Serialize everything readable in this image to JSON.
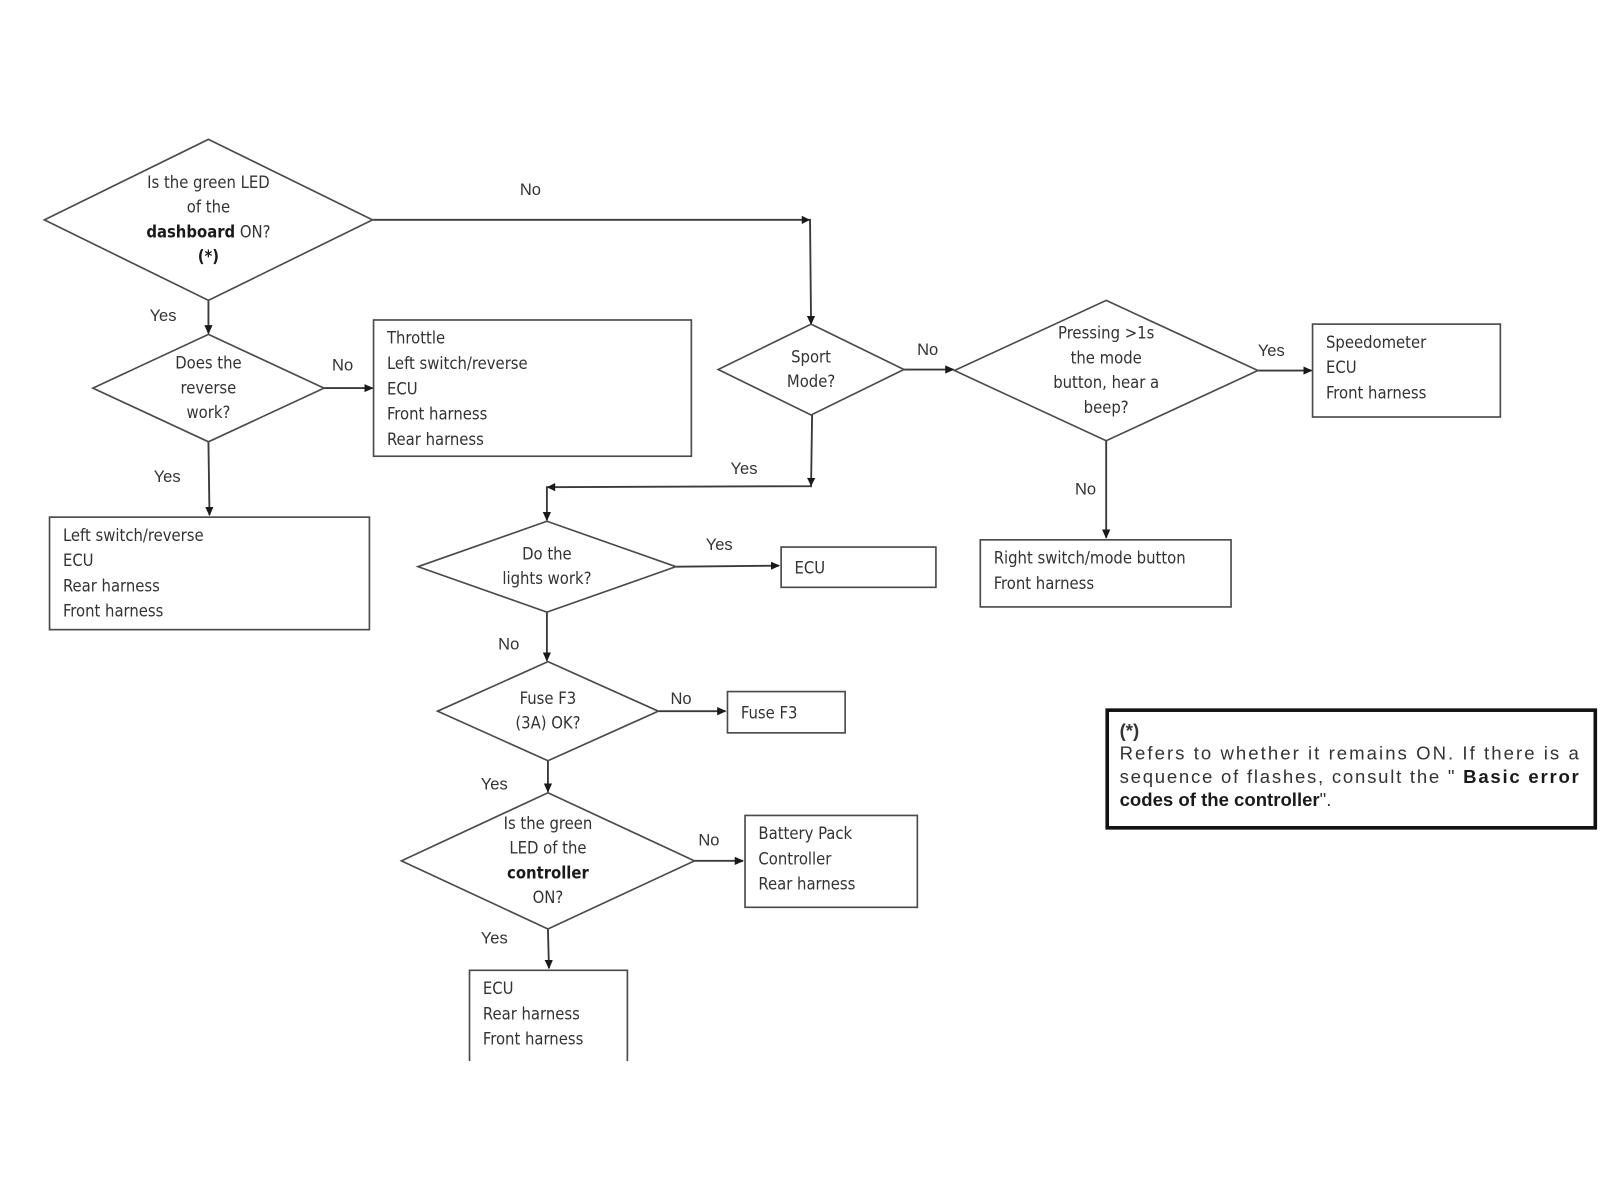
{
  "diagram": {
    "type": "flowchart",
    "nodes": {
      "q_dashboard_led": {
        "kind": "decision",
        "lines": [
          {
            "parts": [
              {
                "t": "Is the green LED"
              }
            ]
          },
          {
            "parts": [
              {
                "t": "of the"
              }
            ]
          },
          {
            "parts": [
              {
                "t": "dashboard",
                "b": true
              },
              {
                "t": " ON?"
              }
            ]
          },
          {
            "parts": [
              {
                "t": "(*)",
                "b": true
              }
            ]
          }
        ]
      },
      "q_reverse": {
        "kind": "decision",
        "lines": [
          {
            "parts": [
              {
                "t": "Does the"
              }
            ]
          },
          {
            "parts": [
              {
                "t": "reverse"
              }
            ]
          },
          {
            "parts": [
              {
                "t": "work?"
              }
            ]
          }
        ]
      },
      "r_reverse_no": {
        "kind": "result",
        "items": [
          "Throttle",
          "Left switch/reverse",
          "ECU",
          "Front harness",
          "Rear harness"
        ]
      },
      "r_reverse_yes": {
        "kind": "result",
        "items": [
          "Left switch/reverse",
          "ECU",
          "Rear harness",
          "Front harness"
        ]
      },
      "q_sport_mode": {
        "kind": "decision",
        "lines": [
          {
            "parts": [
              {
                "t": "Sport"
              }
            ]
          },
          {
            "parts": [
              {
                "t": "Mode?"
              }
            ]
          }
        ]
      },
      "q_mode_beep": {
        "kind": "decision",
        "lines": [
          {
            "parts": [
              {
                "t": "Pressing >1s"
              }
            ]
          },
          {
            "parts": [
              {
                "t": "the mode"
              }
            ]
          },
          {
            "parts": [
              {
                "t": "button, hear a"
              }
            ]
          },
          {
            "parts": [
              {
                "t": "beep?"
              }
            ]
          }
        ]
      },
      "r_beep_yes": {
        "kind": "result",
        "items": [
          "Speedometer",
          "ECU",
          "Front harness"
        ]
      },
      "r_beep_no": {
        "kind": "result",
        "items": [
          "Right switch/mode button",
          "Front harness"
        ]
      },
      "q_lights": {
        "kind": "decision",
        "lines": [
          {
            "parts": [
              {
                "t": "Do the"
              }
            ]
          },
          {
            "parts": [
              {
                "t": "lights work?"
              }
            ]
          }
        ]
      },
      "r_lights_yes": {
        "kind": "result",
        "items": [
          "ECU"
        ]
      },
      "q_fuse": {
        "kind": "decision",
        "lines": [
          {
            "parts": [
              {
                "t": "Fuse F3"
              }
            ]
          },
          {
            "parts": [
              {
                "t": "(3A) OK?"
              }
            ]
          }
        ]
      },
      "r_fuse_no": {
        "kind": "result",
        "items": [
          "Fuse F3"
        ]
      },
      "q_controller_led": {
        "kind": "decision",
        "lines": [
          {
            "parts": [
              {
                "t": "Is the green"
              }
            ]
          },
          {
            "parts": [
              {
                "t": "LED of the"
              }
            ]
          },
          {
            "parts": [
              {
                "t": "controller",
                "b": true
              }
            ]
          },
          {
            "parts": [
              {
                "t": "ON?"
              }
            ]
          }
        ]
      },
      "r_controller_no": {
        "kind": "result",
        "items": [
          "Battery Pack",
          "Controller",
          "Rear harness"
        ]
      },
      "r_controller_yes": {
        "kind": "result",
        "items": [
          "ECU",
          "Rear harness",
          "Front harness"
        ]
      }
    },
    "edges": [
      {
        "from": "q_dashboard_led",
        "to": "q_sport_mode",
        "label": "No"
      },
      {
        "from": "q_dashboard_led",
        "to": "q_reverse",
        "label": "Yes"
      },
      {
        "from": "q_reverse",
        "to": "r_reverse_no",
        "label": "No"
      },
      {
        "from": "q_reverse",
        "to": "r_reverse_yes",
        "label": "Yes"
      },
      {
        "from": "q_sport_mode",
        "to": "q_mode_beep",
        "label": "No"
      },
      {
        "from": "q_sport_mode",
        "to": "q_lights",
        "label": "Yes"
      },
      {
        "from": "q_mode_beep",
        "to": "r_beep_yes",
        "label": "Yes"
      },
      {
        "from": "q_mode_beep",
        "to": "r_beep_no",
        "label": "No"
      },
      {
        "from": "q_lights",
        "to": "r_lights_yes",
        "label": "Yes"
      },
      {
        "from": "q_lights",
        "to": "q_fuse",
        "label": "No"
      },
      {
        "from": "q_fuse",
        "to": "r_fuse_no",
        "label": "No"
      },
      {
        "from": "q_fuse",
        "to": "q_controller_led",
        "label": "Yes"
      },
      {
        "from": "q_controller_led",
        "to": "r_controller_no",
        "label": "No"
      },
      {
        "from": "q_controller_led",
        "to": "r_controller_yes",
        "label": "Yes"
      }
    ],
    "note": {
      "marker": "(*)",
      "lines": [
        [
          {
            "t": "Refers to whether it remains ON. If there is a"
          }
        ],
        [
          {
            "t": "sequence of flashes, consult the \" "
          },
          {
            "t": "Basic error",
            "b": true
          }
        ],
        [
          {
            "t": "codes of the controller",
            "b": true
          },
          {
            "t": "\"."
          }
        ]
      ]
    }
  }
}
